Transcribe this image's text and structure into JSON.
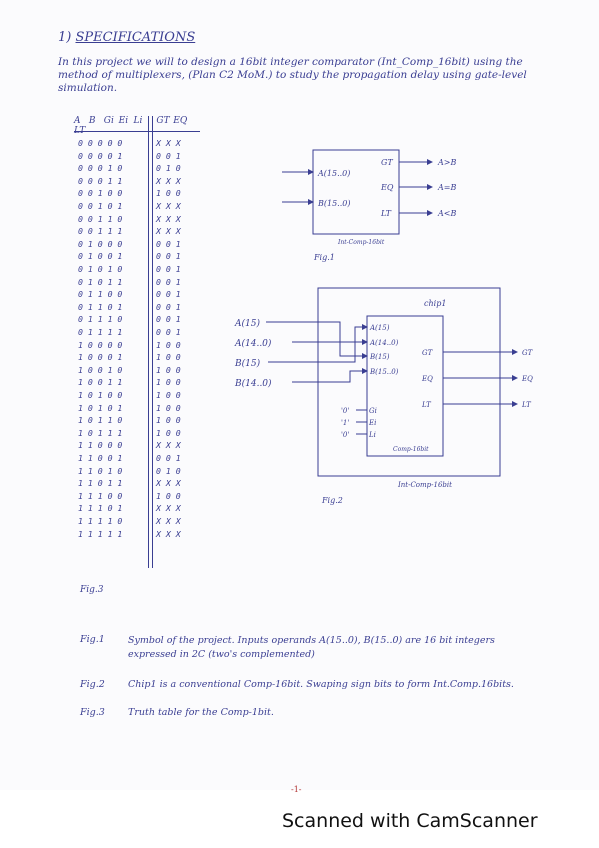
{
  "heading": {
    "number": "1)",
    "title": "SPECIFICATIONS"
  },
  "intro": "In this project we will to design a 16bit integer comparator (Int_Comp_16bit) using the method of multiplexers, (Plan C2 MoM.) to study the propagation delay using gate-level simulation.",
  "truth_table": {
    "headers_in": [
      "A",
      "B",
      "Gi",
      "Ei",
      "Li"
    ],
    "headers_out": [
      "GT",
      "EQ",
      "LT"
    ],
    "rows": [
      {
        "in": "0 0 0 0 0",
        "out": "X X X"
      },
      {
        "in": "0 0 0 0 1",
        "out": "0 0 1"
      },
      {
        "in": "0 0 0 1 0",
        "out": "0 1 0"
      },
      {
        "in": "0 0 0 1 1",
        "out": "X X X"
      },
      {
        "in": "0 0 1 0 0",
        "out": "1 0 0"
      },
      {
        "in": "0 0 1 0 1",
        "out": "X X X"
      },
      {
        "in": "0 0 1 1 0",
        "out": "X X X"
      },
      {
        "in": "0 0 1 1 1",
        "out": "X X X"
      },
      {
        "in": "0 1 0 0 0",
        "out": "0 0 1"
      },
      {
        "in": "0 1 0 0 1",
        "out": "0 0 1"
      },
      {
        "in": "0 1 0 1 0",
        "out": "0 0 1"
      },
      {
        "in": "0 1 0 1 1",
        "out": "0 0 1"
      },
      {
        "in": "0 1 1 0 0",
        "out": "0 0 1"
      },
      {
        "in": "0 1 1 0 1",
        "out": "0 0 1"
      },
      {
        "in": "0 1 1 1 0",
        "out": "0 0 1"
      },
      {
        "in": "0 1 1 1 1",
        "out": "0 0 1"
      },
      {
        "in": "1 0 0 0 0",
        "out": "1 0 0"
      },
      {
        "in": "1 0 0 0 1",
        "out": "1 0 0"
      },
      {
        "in": "1 0 0 1 0",
        "out": "1 0 0"
      },
      {
        "in": "1 0 0 1 1",
        "out": "1 0 0"
      },
      {
        "in": "1 0 1 0 0",
        "out": "1 0 0"
      },
      {
        "in": "1 0 1 0 1",
        "out": "1 0 0"
      },
      {
        "in": "1 0 1 1 0",
        "out": "1 0 0"
      },
      {
        "in": "1 0 1 1 1",
        "out": "1 0 0"
      },
      {
        "in": "1 1 0 0 0",
        "out": "X X X"
      },
      {
        "in": "1 1 0 0 1",
        "out": "0 0 1"
      },
      {
        "in": "1 1 0 1 0",
        "out": "0 1 0"
      },
      {
        "in": "1 1 0 1 1",
        "out": "X X X"
      },
      {
        "in": "1 1 1 0 0",
        "out": "1 0 0"
      },
      {
        "in": "1 1 1 0 1",
        "out": "X X X"
      },
      {
        "in": "1 1 1 1 0",
        "out": "X X X"
      },
      {
        "in": "1 1 1 1 1",
        "out": "X X X"
      }
    ]
  },
  "fig1": {
    "in_a": "A(15..0)",
    "in_b": "B(15..0)",
    "out_gt": "GT",
    "out_eq": "EQ",
    "out_lt": "LT",
    "res_gt": "A>B",
    "res_eq": "A=B",
    "res_lt": "A<B",
    "block_name": "Int-Comp-16bit",
    "label": "Fig.1"
  },
  "fig2": {
    "ext_in": [
      "A(15)",
      "A(14..0)",
      "B(15)",
      "B(14..0)"
    ],
    "int_in": [
      "A(15)",
      "A(14..0)",
      "B(15)",
      "B(15..0)"
    ],
    "outs": [
      "GT",
      "EQ",
      "LT"
    ],
    "chip_label": "chip1",
    "cascade": [
      "Gi",
      "Ei",
      "Li"
    ],
    "cascade_vals": [
      "'0'",
      "'1'",
      "'0'"
    ],
    "inner_name": "Comp-16bit",
    "outer_name": "Int-Comp-16bit",
    "label": "Fig.2"
  },
  "fig3_label": "Fig.3",
  "captions": [
    {
      "tag": "Fig.1",
      "text": "Symbol of the project. Inputs operands A(15..0), B(15..0) are 16 bit integers expressed in 2C (two's complemented)"
    },
    {
      "tag": "Fig.2",
      "text": "Chip1 is a conventional Comp-16bit. Swaping sign bits to form Int.Comp.16bits."
    },
    {
      "tag": "Fig.3",
      "text": "Truth table for the Comp-1bit."
    }
  ],
  "page_number": "-1-",
  "watermark": "Scanned with CamScanner"
}
